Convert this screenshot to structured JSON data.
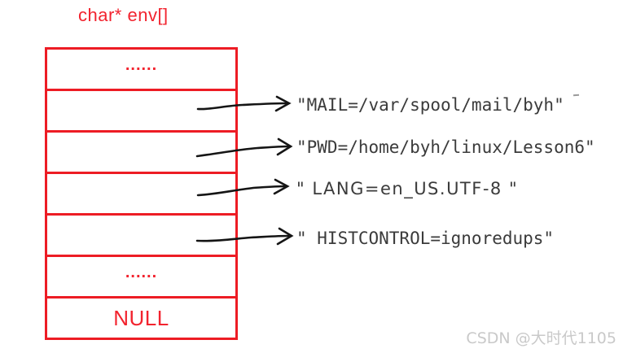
{
  "title": "char* env[]",
  "array": {
    "name": "char* env[]",
    "cells": [
      {
        "label": "......"
      },
      {
        "label": ""
      },
      {
        "label": ""
      },
      {
        "label": ""
      },
      {
        "label": ""
      },
      {
        "label": "......"
      },
      {
        "label": "NULL"
      }
    ]
  },
  "env_strings": [
    {
      "text": "\"MAIL=/var/spool/mail/byh\""
    },
    {
      "text": "\"PWD=/home/byh/linux/Lesson6\""
    },
    {
      "text": "\" LANG=en_US.UTF-8 \""
    },
    {
      "text": "\" HISTCONTROL=ignoredups\""
    }
  ],
  "watermark": "CSDN @大时代1105",
  "colors": {
    "box_border_red": "#ed1c24",
    "red_text": "#f2232e",
    "env_text_dark": "#3b3b3b",
    "arrow_black": "#151515",
    "watermark_gray": "#c9c9c9"
  }
}
